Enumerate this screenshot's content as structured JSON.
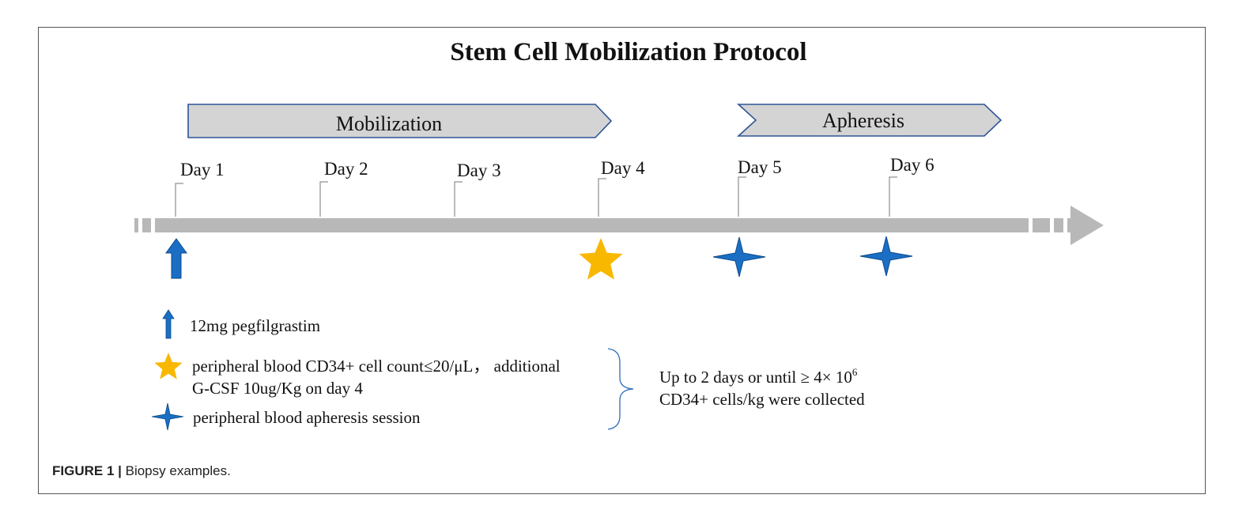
{
  "title": "Stem Cell Mobilization Protocol",
  "phases": {
    "mobilization": "Mobilization",
    "apheresis": "Apheresis"
  },
  "days": [
    "Day 1",
    "Day 2",
    "Day 3",
    "Day 4",
    "Day 5",
    "Day 6"
  ],
  "markers": [
    {
      "day": 1,
      "icon": "arrow-up-icon",
      "color": "#1a6fc4"
    },
    {
      "day": 4,
      "icon": "star-icon",
      "color": "#f9b800"
    },
    {
      "day": 5,
      "icon": "four-point-star-icon",
      "color": "#1a6fc4"
    },
    {
      "day": 6,
      "icon": "four-point-star-icon",
      "color": "#1a6fc4"
    }
  ],
  "legend": {
    "arrow": "12mg pegfilgrastim",
    "star_line1": "peripheral blood CD34+ cell count≤20/μL， additional",
    "star_line2": "G-CSF 10ug/Kg on day 4",
    "cross": "peripheral blood apheresis session",
    "note_line1": "Up to 2 days or until ≥ 4× 10",
    "note_exp": "6",
    "note_line2": "CD34+ cells/kg were collected"
  },
  "caption": {
    "label": "FIGURE 1 |",
    "text": " Biopsy examples."
  },
  "colors": {
    "timeline": "#b8b8b8",
    "phase_fill": "#d4d4d4",
    "phase_border": "#2f5597",
    "blue": "#1a6fc4",
    "gold": "#f9b800"
  }
}
